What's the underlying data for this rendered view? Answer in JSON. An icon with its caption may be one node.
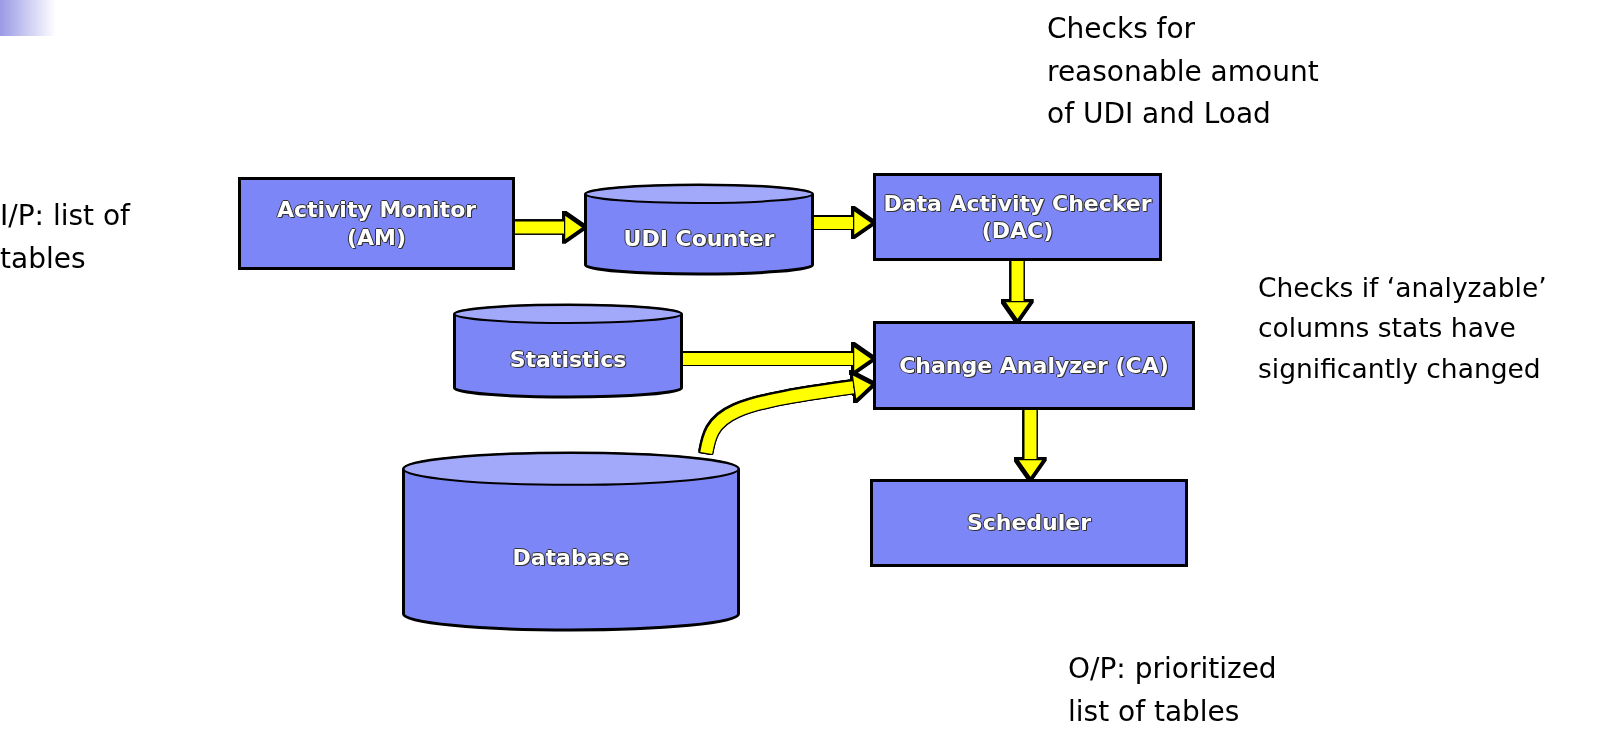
{
  "diagram": {
    "nodes": [
      {
        "text": [
          "Activity Monitor (AM)"
        ]
      },
      {
        "text": [
          "UDI Counter"
        ]
      },
      {
        "text": [
          "Data Activity Checker (DAC)"
        ]
      },
      {
        "text": [
          "Statistics"
        ]
      },
      {
        "text": [
          "Change Analyzer (CA)"
        ]
      },
      {
        "text": [
          "Database"
        ]
      },
      {
        "text": [
          "Scheduler"
        ]
      }
    ],
    "edges": [
      {
        "from": 0,
        "to": 1,
        "arrow": "to"
      },
      {
        "from": 1,
        "to": 2,
        "arrow": "to"
      },
      {
        "from": 2,
        "to": 4,
        "arrow": "to"
      },
      {
        "from": 3,
        "to": 4,
        "arrow": "to"
      },
      {
        "from": 5,
        "to": 4,
        "arrow": "to"
      },
      {
        "from": 4,
        "to": 6,
        "arrow": "to"
      }
    ],
    "labels": [
      "Checks for reasonable amount of UDI and Load",
      "I/P: list of tables",
      "Checks if ‘analyzable’ columns stats have significantly changed",
      "O/P: prioritized list of tables"
    ]
  }
}
